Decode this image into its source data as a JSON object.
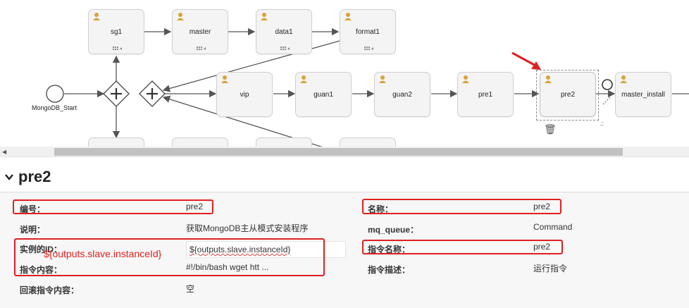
{
  "workflow": {
    "start_event_label": "MongoDB_Start",
    "tasks": {
      "sg1": "sg1",
      "master": "master",
      "data1": "data1",
      "format1": "format1",
      "vip": "vip",
      "guan1": "guan1",
      "guan2": "guan2",
      "pre1": "pre1",
      "pre2": "pre2",
      "master_install": "master_install"
    }
  },
  "details": {
    "title": "pre2",
    "fields": {
      "id_label": "编号：",
      "id_value": "pre2",
      "name_label": "名称：",
      "name_value": "pre2",
      "desc_label": "说明：",
      "desc_value": "获取MongoDB主从模式安装程序",
      "mq_label": "mq_queue：",
      "mq_value": "Command",
      "instance_label": "实例的ID：",
      "instance_value": "${outputs.slave.instanceId}",
      "instance_overlay": "${outputs.slave.instanceId}",
      "cmdname_label": "指令名称：",
      "cmdname_value": "pre2",
      "cmd_label": "指令内容：",
      "cmd_value": "#!/bin/bash wget htt ...",
      "cmddesc_label": "指令描述：",
      "cmddesc_value": "运行指令",
      "rollback_label": "回滚指令内容：",
      "rollback_value": "空"
    }
  },
  "colors": {
    "annotation_red": "#e02020",
    "node_fill": "#f4f4f4",
    "node_border": "#cfcfcf",
    "user_icon": "#d9a23a"
  },
  "icons": {
    "user": "user-task-icon",
    "multi": "multi-instance-icon",
    "trash": "trash-icon",
    "collapse": "chevron-down-icon",
    "scroll_left": "scroll-left-arrow-icon"
  }
}
